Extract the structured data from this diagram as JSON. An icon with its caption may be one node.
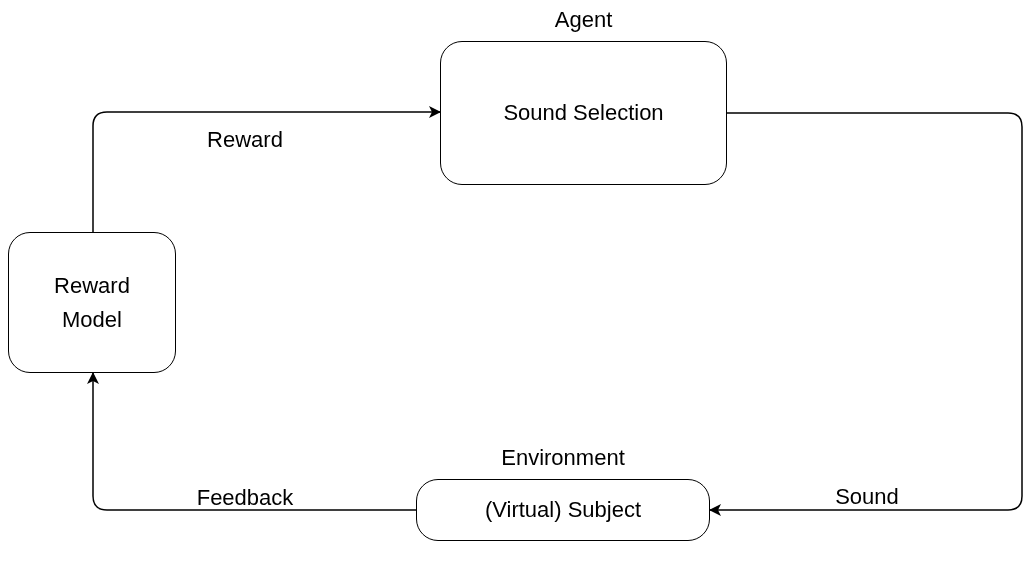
{
  "diagram": {
    "nodes": [
      {
        "text": [
          "Agent",
          "Sound Selection"
        ]
      },
      {
        "text": [
          "Reward Model"
        ]
      },
      {
        "text": [
          "Environment",
          "(Virtual) Subject"
        ]
      }
    ],
    "edges": [
      {
        "from": 0,
        "to": 2,
        "arrow": "to",
        "label": "Sound"
      },
      {
        "from": 2,
        "to": 1,
        "arrow": "to",
        "label": "Feedback"
      },
      {
        "from": 1,
        "to": 0,
        "arrow": "to",
        "label": "Reward"
      }
    ]
  }
}
